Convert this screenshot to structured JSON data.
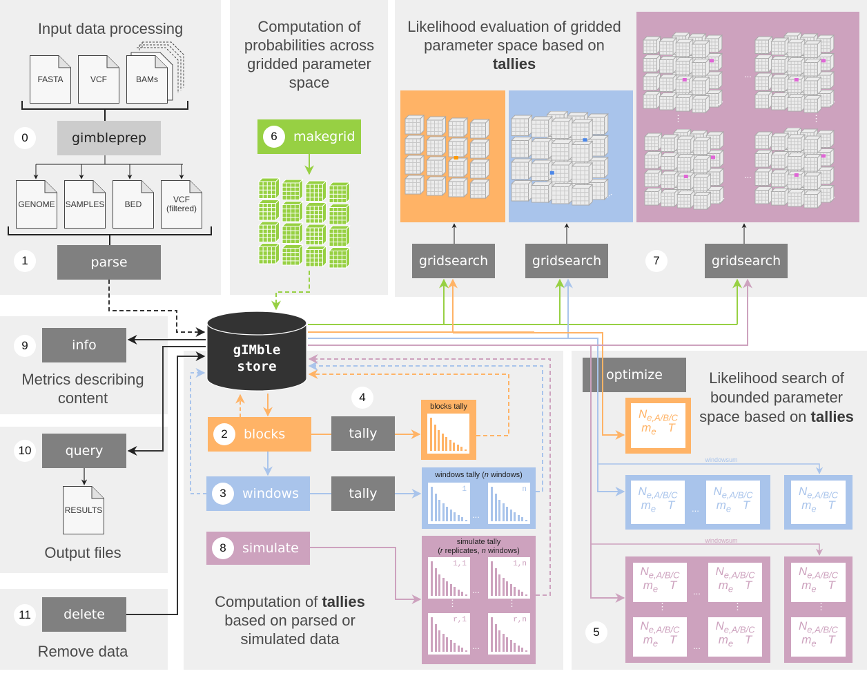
{
  "colors": {
    "panel_bg": "#efefef",
    "gray_button": "#808080",
    "light_gray_button": "#cccccc",
    "orange": "#ffb366",
    "blue": "#a9c4eb",
    "pink": "#cda2be",
    "green": "#97d043",
    "store": "#333333"
  },
  "sections": {
    "input": {
      "title": "Input data processing",
      "inputs": [
        "FASTA",
        "VCF",
        "BAMs"
      ],
      "step0": {
        "number": "0",
        "label": "gimbleprep"
      },
      "outputs": [
        "GENOME",
        "SAMPLES",
        "BED",
        "VCF\n(filtered)"
      ],
      "step1": {
        "number": "1",
        "label": "parse"
      }
    },
    "makegrid": {
      "title": "Computation of probabilities across gridded parameter space",
      "step6": {
        "number": "6",
        "label": "makegrid"
      }
    },
    "gridsearch": {
      "title_pre": "Likelihood evaluation of gridded parameter space based on ",
      "title_bold": "tallies",
      "buttons": [
        "gridsearch",
        "gridsearch",
        "gridsearch"
      ],
      "step7": {
        "number": "7"
      },
      "ellipsis": "..."
    },
    "info": {
      "number": "9",
      "label": "info",
      "caption": "Metrics describing content"
    },
    "query": {
      "number": "10",
      "label": "query",
      "file": "RESULTS",
      "caption": "Output files"
    },
    "delete": {
      "number": "11",
      "label": "delete",
      "caption": "Remove data"
    },
    "store": {
      "line1": "gIMble",
      "line2": "store"
    },
    "tallies": {
      "step4": {
        "number": "4"
      },
      "blocks": {
        "number": "2",
        "label": "blocks"
      },
      "windows": {
        "number": "3",
        "label": "windows"
      },
      "simulate": {
        "number": "8",
        "label": "simulate"
      },
      "tally_label": "tally",
      "blocks_tally": "blocks tally",
      "windows_tally_pre": "windows tally (",
      "windows_tally_n": "n",
      "windows_tally_post": " windows)",
      "windows_tags": [
        "1",
        "n"
      ],
      "simulate_tally_line1": "simulate tally",
      "simulate_tally_line2_r": "r",
      "simulate_tally_line2_mid": " replicates, ",
      "simulate_tally_line2_n": "n",
      "simulate_tally_line2_post": " windows)",
      "simulate_tags": [
        "1,1",
        "1,n",
        "r,1",
        "r,n"
      ],
      "caption_pre": "Computation of ",
      "caption_bold": "tallies",
      "caption_post": "based on parsed or simulated data",
      "ellipsis": "...",
      "histogram_relative_heights": [
        1.0,
        0.8,
        0.62,
        0.52,
        0.42,
        0.34,
        0.26,
        0.18,
        0.13,
        0.05
      ]
    },
    "optimize": {
      "label": "optimize",
      "title_pre": "Likelihood search of bounded parameter space based on ",
      "title_bold": "tallies",
      "step5": {
        "number": "5"
      },
      "param_line1_main": "N",
      "param_line1_sub": "e,A/B/C",
      "param_line2_m": "m",
      "param_line2_sub": "e",
      "param_line2_T": "T",
      "windowsum": "windowsum",
      "ellipsis": "..."
    }
  }
}
